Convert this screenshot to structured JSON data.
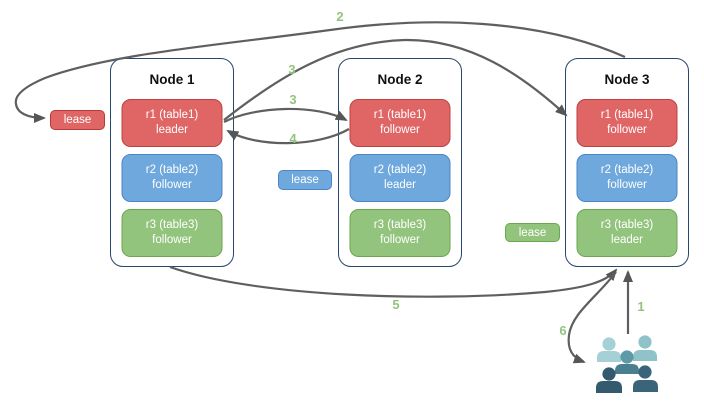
{
  "nodes": [
    {
      "title": "Node 1",
      "replicas": [
        {
          "name": "r1 (table1)",
          "role": "leader"
        },
        {
          "name": "r2 (table2)",
          "role": "follower"
        },
        {
          "name": "r3 (table3)",
          "role": "follower"
        }
      ]
    },
    {
      "title": "Node 2",
      "replicas": [
        {
          "name": "r1 (table1)",
          "role": "follower"
        },
        {
          "name": "r2 (table2)",
          "role": "leader"
        },
        {
          "name": "r3 (table3)",
          "role": "follower"
        }
      ]
    },
    {
      "title": "Node 3",
      "replicas": [
        {
          "name": "r1 (table1)",
          "role": "follower"
        },
        {
          "name": "r2 (table2)",
          "role": "follower"
        },
        {
          "name": "r3 (table3)",
          "role": "leader"
        }
      ]
    }
  ],
  "leases": [
    {
      "label": "lease",
      "color": "#e06666"
    },
    {
      "label": "lease",
      "color": "#6fa8dc"
    },
    {
      "label": "lease",
      "color": "#93c47d"
    }
  ],
  "flows": {
    "f1": "1",
    "f2": "2",
    "f3a": "3",
    "f3b": "3",
    "f4": "4",
    "f5": "5",
    "f6": "6"
  },
  "icons": {
    "users_group": "users-group-icon"
  },
  "colors": {
    "replica_red": "#e06666",
    "replica_blue": "#6fa8dc",
    "replica_green": "#93c47d",
    "node_border": "#28456c",
    "arrow_gray": "#5f5f5f",
    "flow_label_green": "#93c47d"
  }
}
